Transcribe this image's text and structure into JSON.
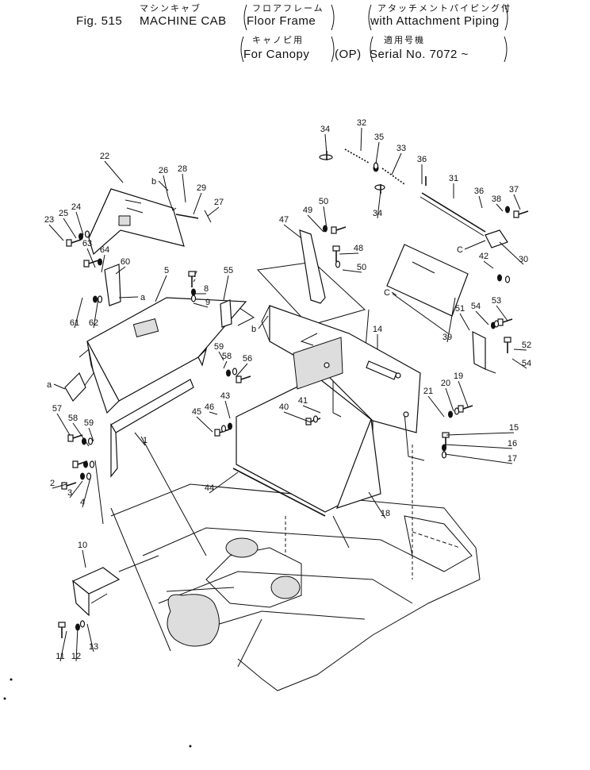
{
  "header": {
    "fig": "Fig. 515",
    "title_en": "MACHINE CAB",
    "title_jp": "マシンキャブ",
    "q1_jp": "フロアフレーム",
    "q1_en": "Floor Frame",
    "q2_jp": "アタッチメントパイピング付",
    "q2_en": "with Attachment Piping",
    "q3_jp": "キャノピ用",
    "q3_en": "For Canopy",
    "q4_en": "(OP)",
    "q5_jp": "適用号機",
    "q5_en": "Serial No. 7072 ~"
  },
  "part_numbers": [
    "1",
    "2",
    "3",
    "4",
    "5",
    "7",
    "8",
    "9",
    "10",
    "11",
    "12",
    "13",
    "14",
    "15",
    "16",
    "17",
    "18",
    "19",
    "20",
    "21",
    "22",
    "23",
    "24",
    "25",
    "26",
    "27",
    "28",
    "29",
    "30",
    "31",
    "32",
    "33",
    "34",
    "34",
    "35",
    "36",
    "36",
    "37",
    "38",
    "39",
    "40",
    "41",
    "42",
    "43",
    "44",
    "45",
    "46",
    "47",
    "48",
    "49",
    "50",
    "50",
    "51",
    "52",
    "53",
    "54",
    "54",
    "55",
    "56",
    "57",
    "58",
    "58",
    "59",
    "59",
    "60",
    "61",
    "62",
    "63",
    "64"
  ],
  "ref_labels": [
    "a",
    "a",
    "b",
    "b",
    "C",
    "C"
  ]
}
